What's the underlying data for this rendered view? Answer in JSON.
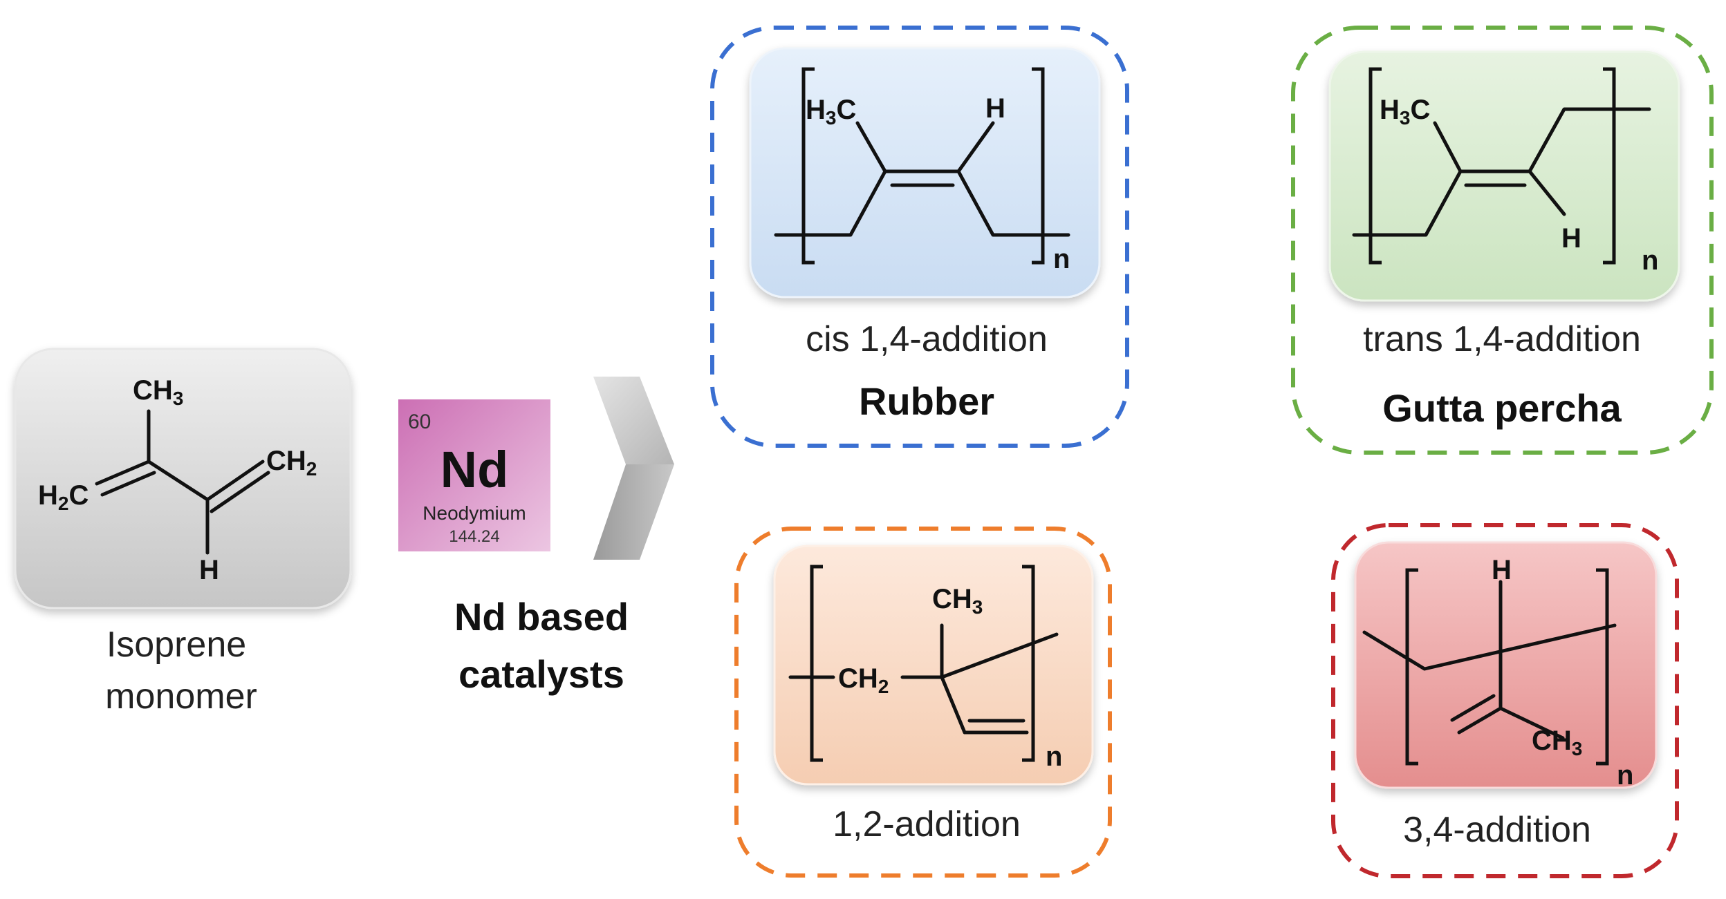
{
  "monomer": {
    "label_line1": "Isoprene",
    "label_line2": "monomer",
    "atoms": {
      "top": "CH3",
      "left": "H2C",
      "right": "CH2",
      "bottom": "H"
    }
  },
  "element": {
    "number": "60",
    "symbol": "Nd",
    "name": "Neodymium",
    "mass": "144.24",
    "color": "#d27fbe"
  },
  "catalyst": {
    "line1": "Nd based",
    "line2": "catalysts"
  },
  "products": {
    "cis14": {
      "caption": "cis 1,4-addition",
      "name": "Rubber",
      "border_color": "#3a6fd1",
      "fill_color": "#d7e6f7",
      "atoms": {
        "methyl": "H3C",
        "h": "H",
        "n": "n"
      }
    },
    "trans14": {
      "caption": "trans 1,4-addition",
      "name": "Gutta percha",
      "border_color": "#6aae44",
      "fill_color": "#d8ecd1",
      "atoms": {
        "methyl": "H3C",
        "h": "H",
        "n": "n"
      }
    },
    "add12": {
      "caption": "1,2-addition",
      "border_color": "#ee7d2c",
      "fill_color": "#fadbc6",
      "atoms": {
        "methyl": "CH3",
        "ch2": "CH2",
        "n": "n"
      }
    },
    "add34": {
      "caption": "3,4-addition",
      "border_color": "#c0282d",
      "fill_color": "#f0a9a9",
      "atoms": {
        "h": "H",
        "methyl": "CH3",
        "n": "n"
      }
    }
  }
}
